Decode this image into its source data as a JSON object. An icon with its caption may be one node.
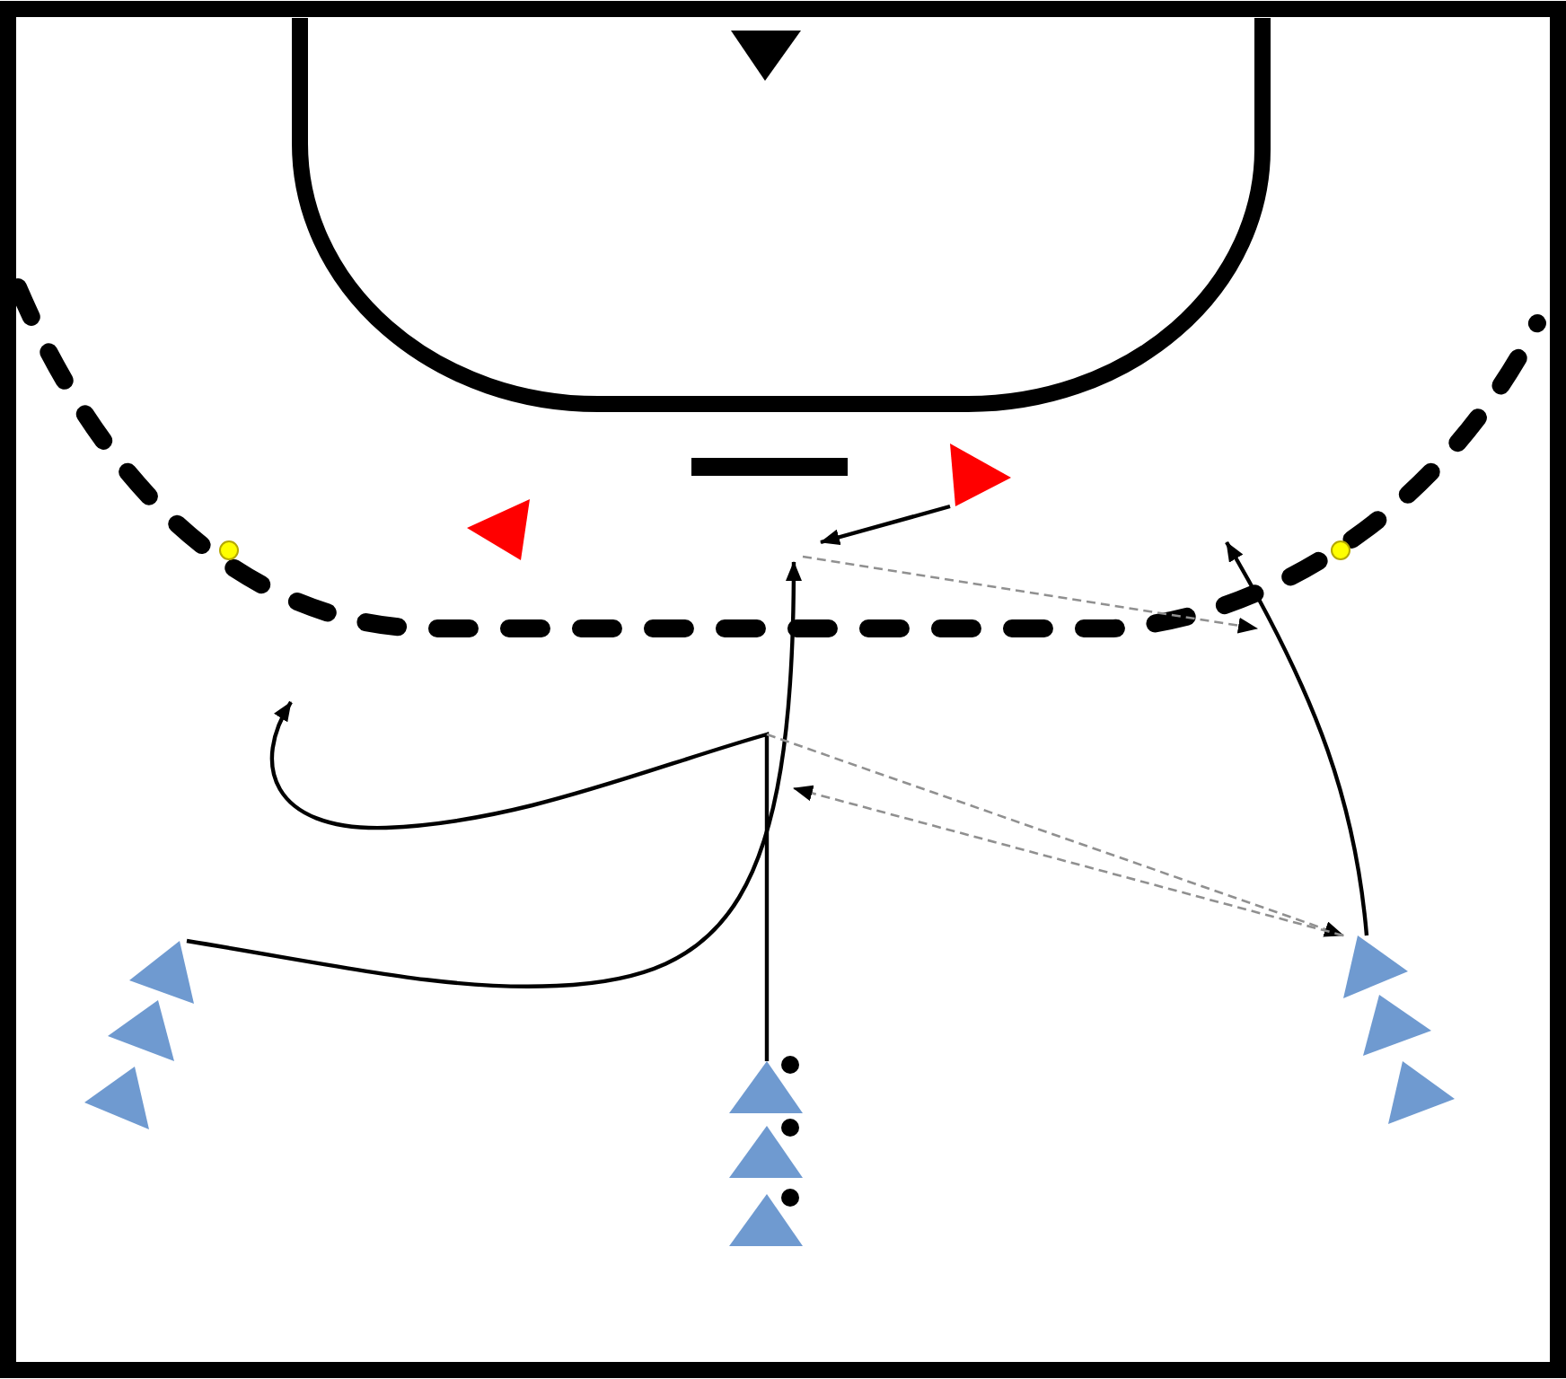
{
  "diagram": {
    "nodes": [
      {
        "text": [],
        "shape": "triangle"
      },
      {
        "text": [],
        "shape": "triangle"
      },
      {
        "text": [],
        "shape": "triangle"
      },
      {
        "text": [],
        "shape": "circle"
      },
      {
        "text": [],
        "shape": "circle"
      },
      {
        "text": [],
        "shape": "triangle"
      },
      {
        "text": [],
        "shape": "triangle"
      },
      {
        "text": [],
        "shape": "triangle"
      },
      {
        "text": [],
        "shape": "triangle"
      },
      {
        "text": [],
        "shape": "circle"
      },
      {
        "text": [],
        "shape": "triangle"
      },
      {
        "text": [],
        "shape": "circle"
      },
      {
        "text": [],
        "shape": "triangle"
      },
      {
        "text": [],
        "shape": "circle"
      },
      {
        "text": [],
        "shape": "triangle"
      },
      {
        "text": [],
        "shape": "triangle"
      },
      {
        "text": [],
        "shape": "triangle"
      }
    ],
    "edges": [
      {
        "from": 5,
        "to": null,
        "arrow": "to"
      },
      {
        "from": 8,
        "to": null,
        "arrow": "to"
      },
      {
        "from": 14,
        "to": null,
        "arrow": "to"
      },
      {
        "from": 2,
        "to": null,
        "arrow": "to"
      },
      {
        "from": null,
        "to": 14,
        "arrow": "to",
        "style": "dashed",
        "color": "#909090"
      },
      {
        "from": 14,
        "to": null,
        "arrow": "to",
        "style": "dashed",
        "color": "#909090"
      }
    ]
  }
}
